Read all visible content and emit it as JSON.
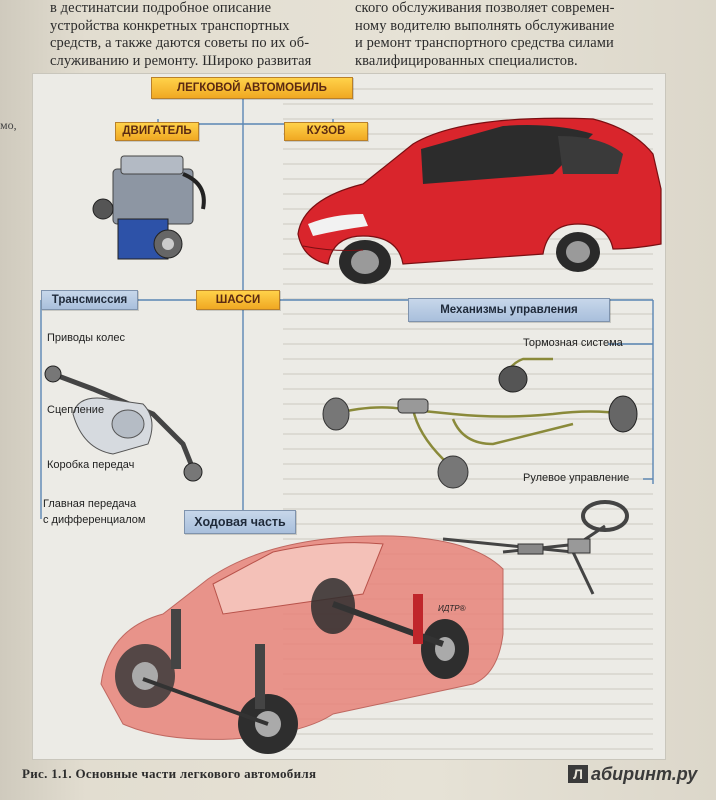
{
  "body_text": {
    "left_lines": [
      "в дестинатсии подробное описание",
      "устройства конкретных транспортных",
      "средств, а также даются советы по их об-",
      "служиванию и ремонту. Широко развитая"
    ],
    "right_lines": [
      "ского обслуживания позволяет современ-",
      "ному водителю выполнять обслуживание",
      "и ремонт транспортного средства силами",
      "квалифицированных специалистов."
    ],
    "edge_fragment": "мо,"
  },
  "figure": {
    "top_box": "ЛЕГКОВОЙ АВТОМОБИЛЬ",
    "engine_box": "ДВИГАТЕЛЬ",
    "body_box": "КУЗОВ",
    "chassis_box": "ШАССИ",
    "transmission_box": "Трансмиссия",
    "controls_box": "Механизмы управления",
    "running_gear_box": "Ходовая часть",
    "labels": {
      "wheel_drives": "Приводы колес",
      "clutch": "Сцепление",
      "gearbox": "Коробка передач",
      "final_drive_1": "Главная передача",
      "final_drive_2": "с дифференциалом",
      "brake_system": "Тормозная система",
      "steering": "Рулевое управление"
    },
    "car_brand_mark": "ИДТР®"
  },
  "caption": "Рис. 1.1. Основные части легкового автомобиля",
  "watermark": "абиринт.ру",
  "watermark_logo": "Л",
  "colors": {
    "yellow_box": "#f0a822",
    "blue_box": "#a9bfdc",
    "car_red": "#d9252c",
    "cutaway_car": "#e8847a",
    "connector": "#5a86b4"
  }
}
